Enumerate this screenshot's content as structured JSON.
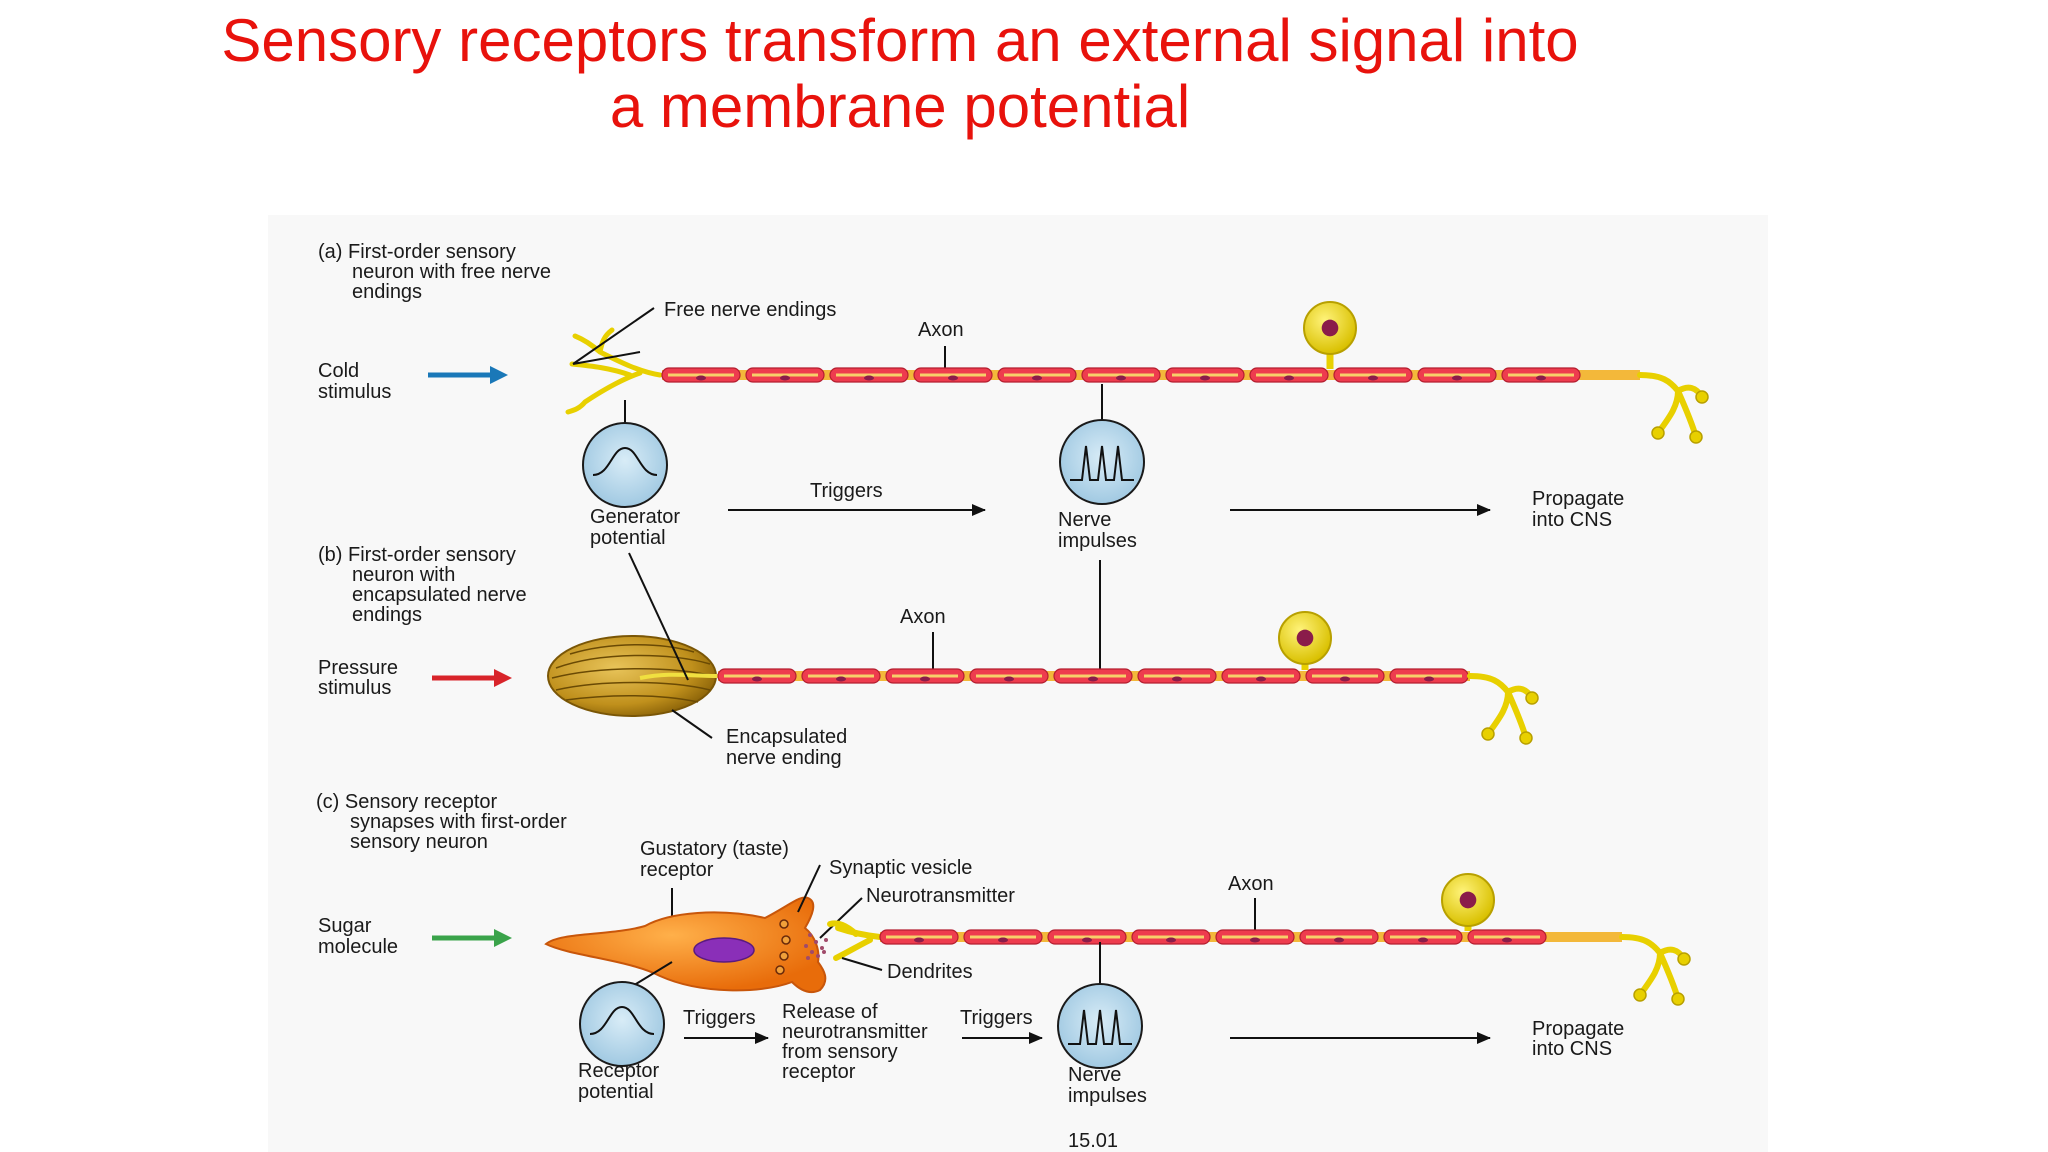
{
  "slide": {
    "title_line1": "Sensory receptors transform an external signal into",
    "title_line2": "a membrane potential",
    "colors": {
      "title": "#e8120c",
      "axon": "#ee3c4e",
      "axon_core": "#f7d06a",
      "cell_body": "#f1e21a",
      "nucleus": "#8a1c4a",
      "receptor": "#f58a1f",
      "receptor_nucleus": "#8a2fb8"
    }
  },
  "panel_a": {
    "heading": [
      "(a) First-order sensory",
      "neuron with free nerve",
      "endings"
    ],
    "stimulus": [
      "Cold",
      "stimulus"
    ],
    "stimulus_color": "#1a78b8",
    "free_nerve_label": "Free nerve endings",
    "axon_label": "Axon",
    "generator": [
      "Generator",
      "potential"
    ],
    "triggers": "Triggers",
    "impulses": [
      "Nerve",
      "impulses"
    ],
    "propagate": [
      "Propagate",
      "into CNS"
    ]
  },
  "panel_b": {
    "heading": [
      "(b) First-order sensory",
      "neuron with",
      "encapsulated nerve",
      "endings"
    ],
    "stimulus": [
      "Pressure",
      "stimulus"
    ],
    "stimulus_color": "#d8242a",
    "axon_label": "Axon",
    "capsule": [
      "Encapsulated",
      "nerve ending"
    ]
  },
  "panel_c": {
    "heading": [
      "(c) Sensory receptor",
      "synapses with first-order",
      "sensory neuron"
    ],
    "stimulus": [
      "Sugar",
      "molecule"
    ],
    "stimulus_color": "#3aa34a",
    "gustatory": [
      "Gustatory (taste)",
      "receptor"
    ],
    "vesicle": "Synaptic vesicle",
    "neurotransmitter": "Neurotransmitter",
    "dendrites": "Dendrites",
    "axon_label": "Axon",
    "receptor_potential": [
      "Receptor",
      "potential"
    ],
    "triggers1": "Triggers",
    "release": [
      "Release of",
      "neurotransmitter",
      "from sensory",
      "receptor"
    ],
    "triggers2": "Triggers",
    "impulses": [
      "Nerve",
      "impulses"
    ],
    "propagate": [
      "Propagate",
      "into CNS"
    ]
  },
  "figure_number": "15.01"
}
